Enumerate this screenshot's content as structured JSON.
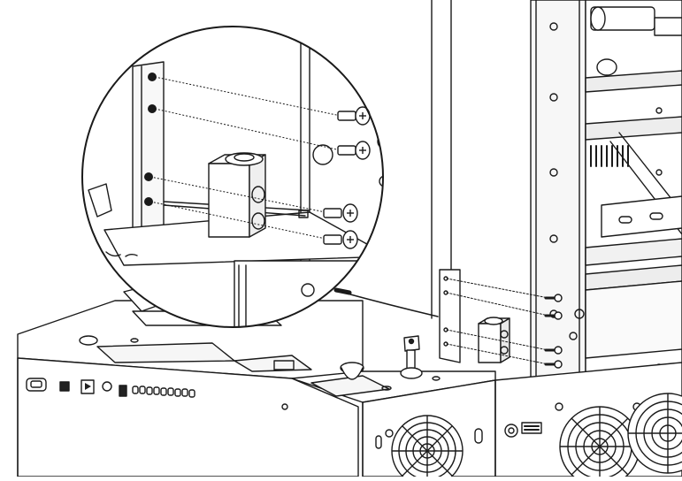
{
  "figure": {
    "kind": "technical line illustration",
    "colors": {
      "line": "#1a1a1a",
      "background": "#ffffff",
      "fill_light": "#f4f4f4",
      "fill_dark": "#222222"
    },
    "callout": {
      "screws_shown": 4,
      "holes_shown": 4
    },
    "main_view": {
      "screws_shown": 4,
      "fans_visible": 3
    }
  }
}
